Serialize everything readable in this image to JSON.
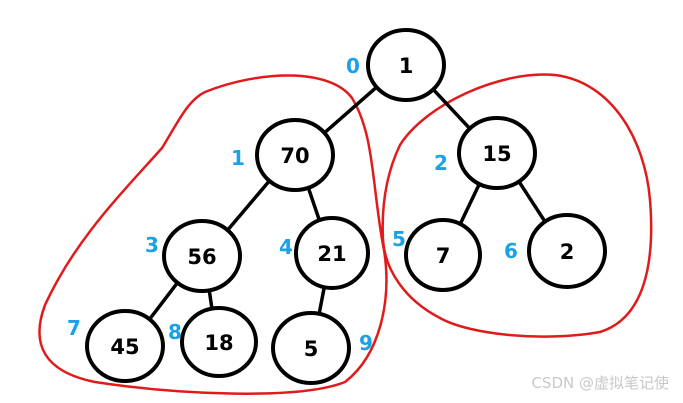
{
  "colors": {
    "edge": "#000000",
    "node_stroke": "#000000",
    "node_fill": "#ffffff",
    "index_label": "#1aa1e6",
    "subtree_outline": "#e01b1b"
  },
  "nodes": [
    {
      "value": "1",
      "index": "0"
    },
    {
      "value": "70",
      "index": "1"
    },
    {
      "value": "15",
      "index": "2"
    },
    {
      "value": "56",
      "index": "3"
    },
    {
      "value": "21",
      "index": "4"
    },
    {
      "value": "7",
      "index": "5"
    },
    {
      "value": "2",
      "index": "6"
    },
    {
      "value": "45",
      "index": "7"
    },
    {
      "value": "18",
      "index": "8"
    },
    {
      "value": "5",
      "index": "9"
    }
  ],
  "watermark": "CSDN @虚拟笔记使"
}
